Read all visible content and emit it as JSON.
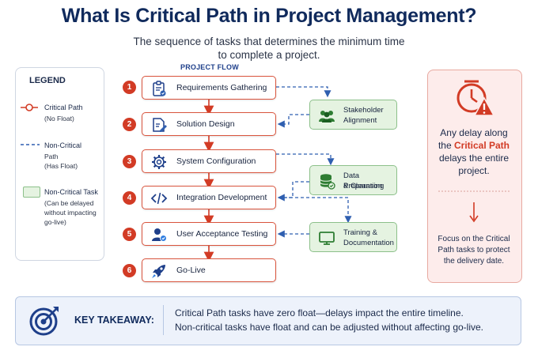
{
  "title": "What Is Critical Path in Project Management?",
  "subtitle_line1": "The sequence of tasks that determines the minimum time",
  "subtitle_line2": "to complete a project.",
  "flow_heading": "PROJECT FLOW",
  "legend": {
    "title": "LEGEND",
    "critical_label": "Critical Path",
    "critical_sub": "(No Float)",
    "noncritical_label1": "Non-Critical",
    "noncritical_label2": "Path",
    "noncritical_sub": "(Has Float)",
    "task_label": "Non-Critical Task",
    "task_sub1": "(Can be delayed",
    "task_sub2": "without impacting",
    "task_sub3": "go-live)"
  },
  "steps": [
    {
      "num": "1",
      "label": "Requirements Gathering",
      "icon": "clipboard-icon"
    },
    {
      "num": "2",
      "label": "Solution Design",
      "icon": "design-icon"
    },
    {
      "num": "3",
      "label": "System Configuration",
      "icon": "gear-icon"
    },
    {
      "num": "4",
      "label": "Integration Development",
      "icon": "code-icon"
    },
    {
      "num": "5",
      "label": "User Acceptance Testing",
      "icon": "user-check-icon"
    },
    {
      "num": "6",
      "label": "Go-Live",
      "icon": "rocket-icon"
    }
  ],
  "side_tasks": [
    {
      "line1": "Stakeholder",
      "line2": "Alignment",
      "icon": "people-icon"
    },
    {
      "line1": "Data Preparation",
      "line2": "& Cleansing",
      "icon": "database-icon"
    },
    {
      "line1": "Training &",
      "line2": "Documentation",
      "icon": "monitor-icon"
    }
  ],
  "right_panel": {
    "line1": "Any delay along",
    "line2_prefix": "the ",
    "line2_highlight": "Critical Path",
    "line3": "delays the entire",
    "line4": "project.",
    "focus1": "Focus on the Critical",
    "focus2": "Path tasks to protect",
    "focus3": "the delivery date."
  },
  "takeaway": {
    "label": "KEY TAKEAWAY:",
    "line1": "Critical Path tasks have zero float—delays impact the entire timeline.",
    "line2": "Non-critical tasks have float and can be adjusted without affecting go-live."
  },
  "colors": {
    "critical": "#d23b25",
    "noncritical": "#2f5fb0",
    "task_fill": "#e5f3e1",
    "panel_fill": "#fdeceb",
    "title": "#102a5c"
  }
}
